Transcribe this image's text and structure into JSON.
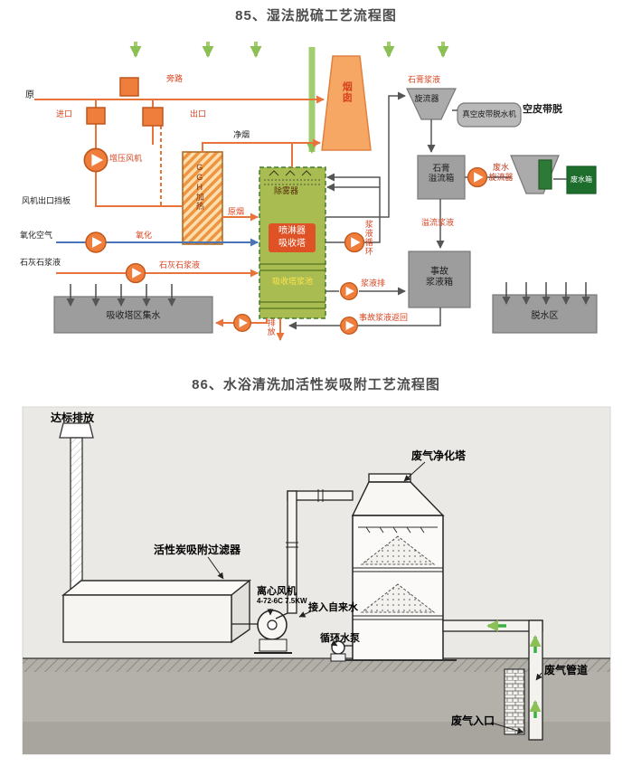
{
  "titles": {
    "diagram1": "85、湿法脱硫工艺流程图",
    "diagram2": "86、水浴清洗加活性炭吸附工艺流程图"
  },
  "d1": {
    "raw_inlet": "原",
    "inlet_damper": "进口",
    "bypass": "旁路",
    "outlet_damper": "出口",
    "clean_gas": "净烟",
    "booster_fan": "增压风机",
    "fan_outlet_damper": "风机出口挡板",
    "oxidation_air": "氧化空气",
    "oxidation": "氧化",
    "limestone_slurry_left": "石灰石浆液",
    "limestone_slurry": "石灰石浆液",
    "ggh": "GGH加热",
    "demister": "除雾器",
    "spray": "喷淋器",
    "absorber": "吸收塔",
    "slurry_pool": "吸收塔浆池",
    "raw_gas": "原烟",
    "chimney": "烟囱",
    "gypsum_slurry": "石膏浆液",
    "cyclone": "旋流器",
    "vacuum_belt": "真空皮带脱水机",
    "belt_dewater": "空皮带脱",
    "gypsum_overflow_tank": "石膏\n溢流箱",
    "wastewater_cyclone": "废水\n旋流器",
    "wastewater_tank": "废水箱",
    "overflow_slurry": "溢流浆液",
    "emergency_tank": "事故\n浆液箱",
    "slurry_circulation": "浆液循环",
    "slurry_discharge": "浆液排",
    "emergency_return": "事故浆液返回",
    "sump": "吸收塔区集水",
    "dewatering_area": "脱水区",
    "drain": "排放"
  },
  "d2": {
    "discharge": "达标排放",
    "carbon_filter": "活性炭吸附过滤器",
    "fan": "离心风机",
    "fan_spec": "4-72-6C 7.5KW",
    "tap_water": "接入自来水",
    "circulating_pump": "循环水泵",
    "purification_tower": "废气净化塔",
    "gas_pipe": "废气管道",
    "gas_inlet": "废气入口"
  },
  "colors": {
    "accent_orange": "#ef7d3b",
    "tower_green": "#a8bc52",
    "arrow_green": "#a4cd72",
    "label_red": "#d8431f",
    "tank_gray": "#9d9d9d"
  }
}
